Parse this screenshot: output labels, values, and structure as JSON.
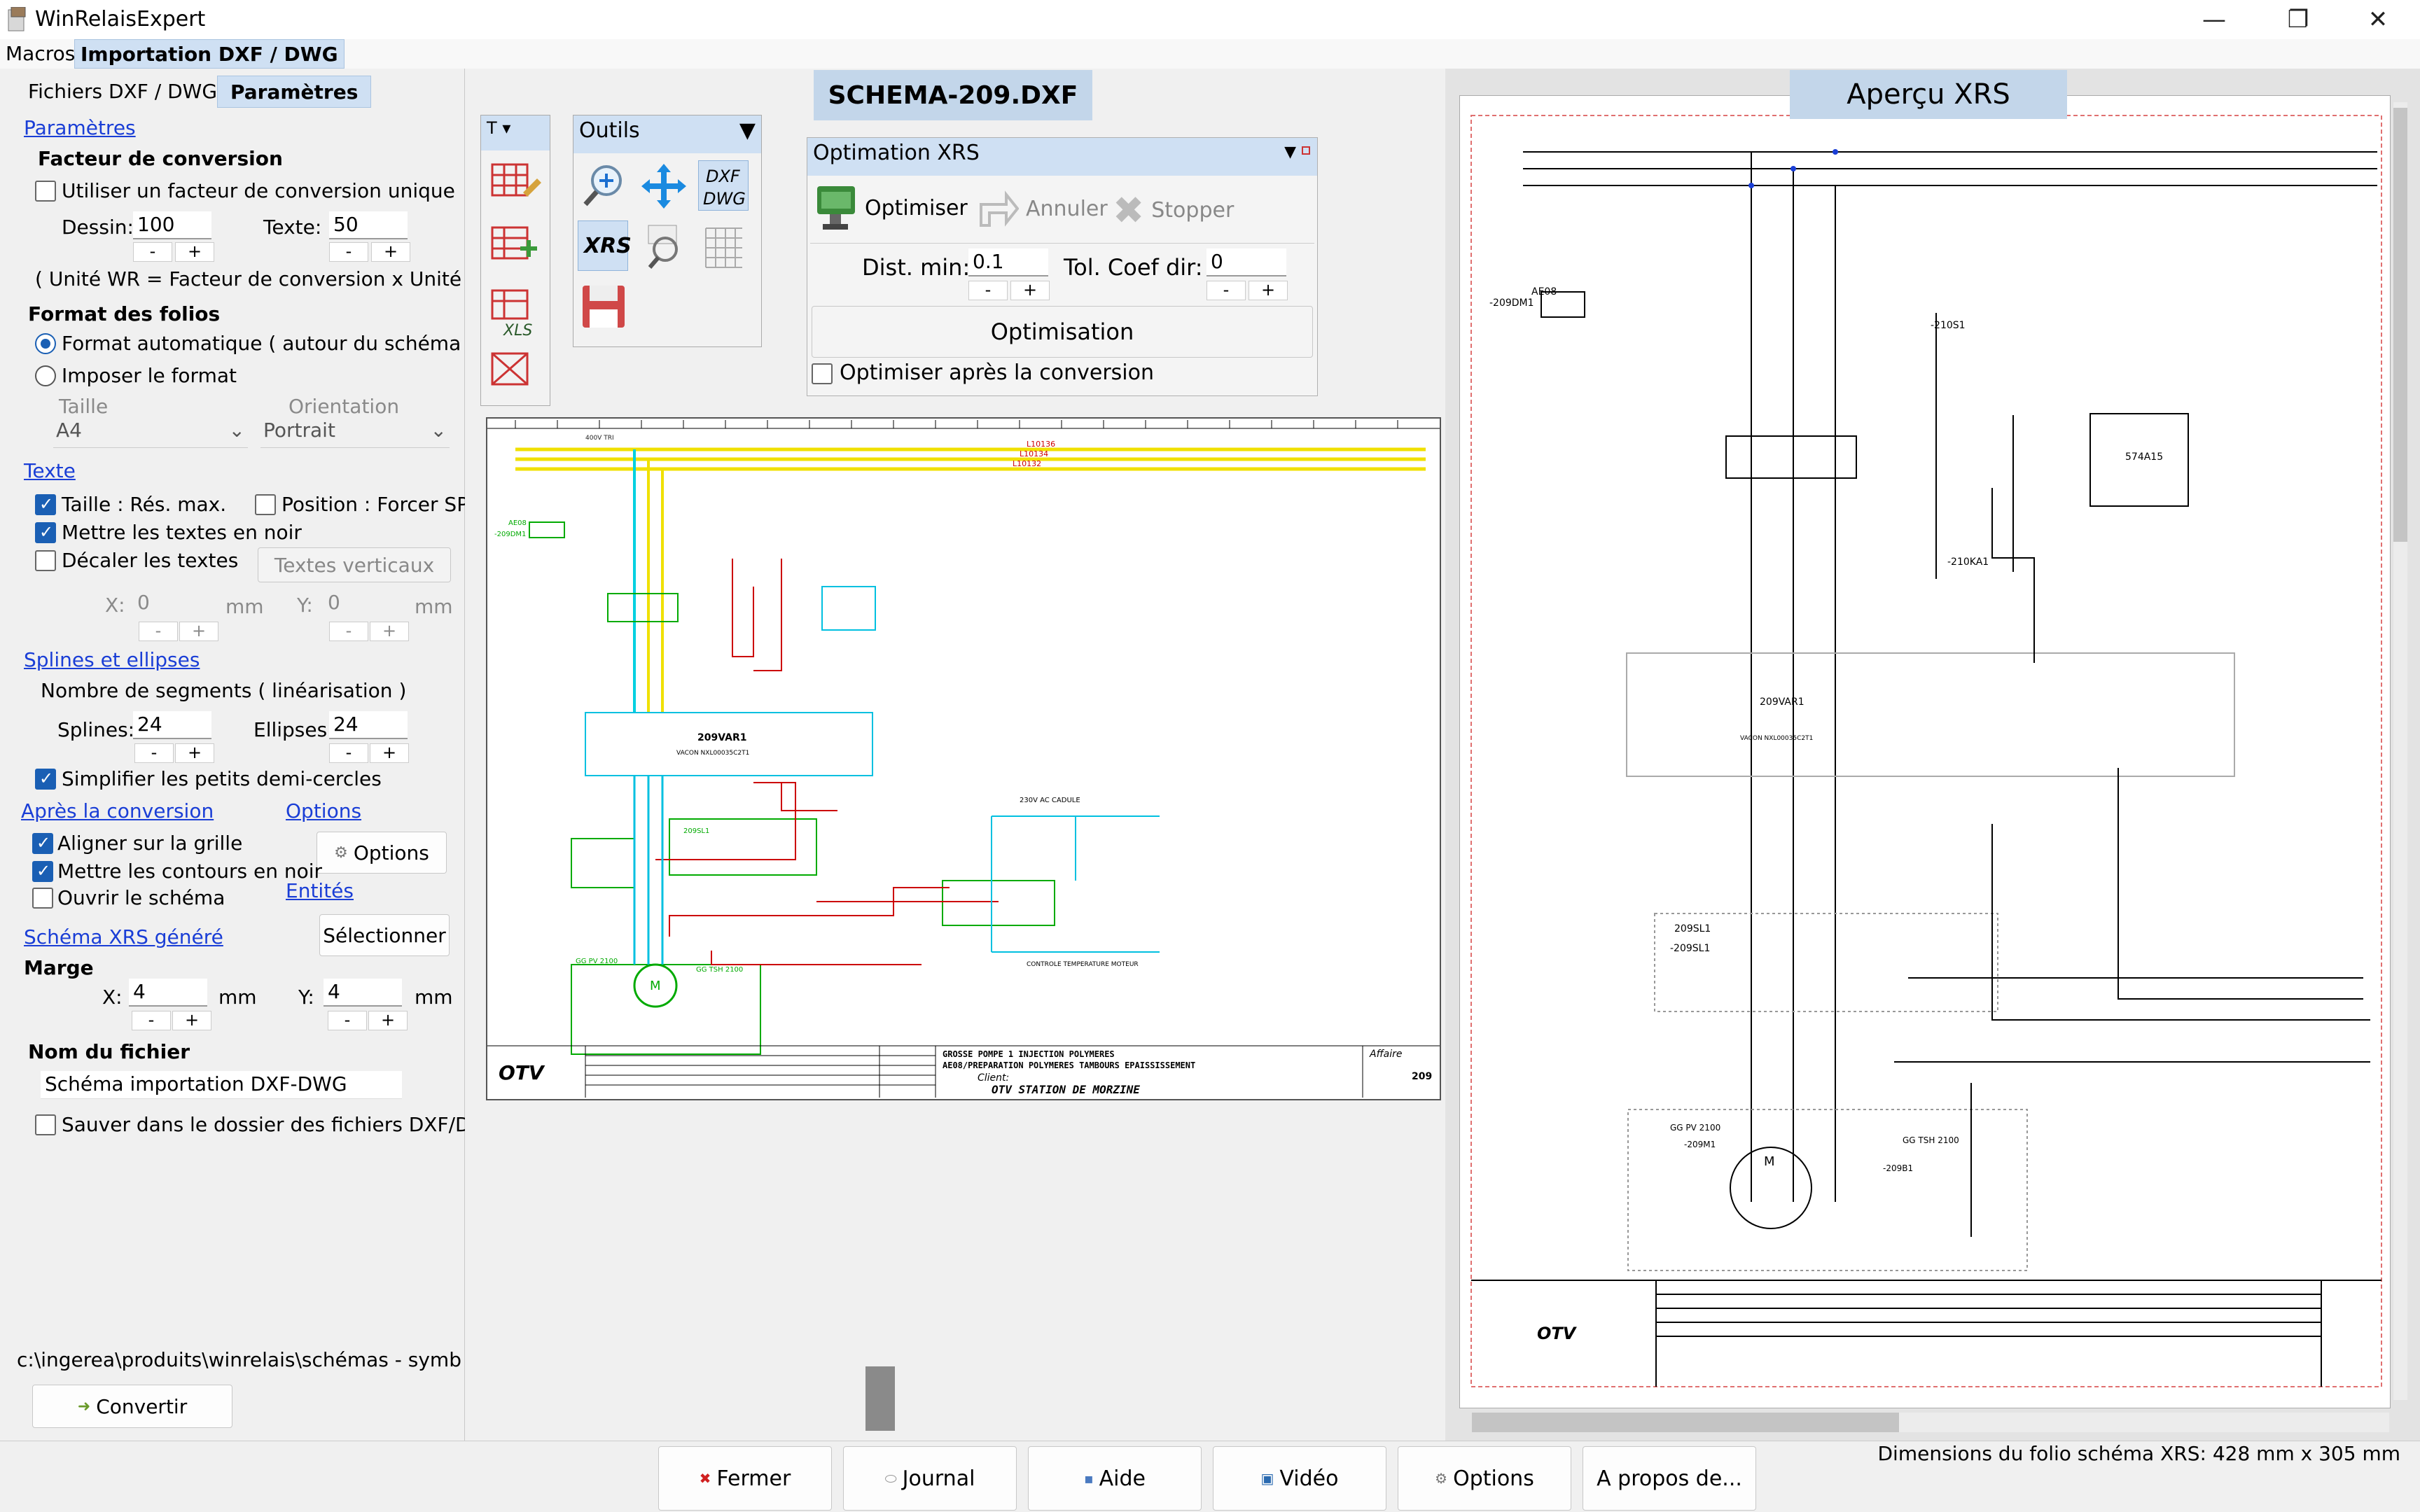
{
  "window": {
    "title": "WinRelaisExpert",
    "minimize": "—",
    "maximize": "❐",
    "close": "✕"
  },
  "menu": {
    "macros": "Macros",
    "import": "Importation DXF / DWG"
  },
  "left": {
    "tabs": {
      "files": "Fichiers DXF / DWG",
      "params": "Paramètres"
    },
    "params_link": "Paramètres",
    "conversion_heading": "Facteur de conversion",
    "single_factor": "Utiliser un facteur de conversion unique",
    "dessin_label": "Dessin:",
    "dessin_value": "100",
    "texte_label": "Texte:",
    "texte_value": "50",
    "unit_note": "( Unité WR = Facteur de conversion x Unité DXF",
    "format_heading": "Format des folios",
    "format_auto": "Format automatique ( autour du schéma )",
    "format_impose": "Imposer le format",
    "taille_label": "Taille",
    "taille_value": "A4",
    "orientation_label": "Orientation",
    "orientation_value": "Portrait",
    "texte_link": "Texte",
    "taille_res": "Taille : Rés. max.",
    "position_sp": "Position : Forcer SP",
    "texts_black": "Mettre les textes en noir",
    "shift_texts": "Décaler les textes",
    "vertical_texts": "Textes verticaux",
    "x_label": "X:",
    "x_value": "0",
    "y_label": "Y:",
    "y_value": "0",
    "mm": "mm",
    "splines_link": "Splines et ellipses",
    "segments_label": "Nombre de segments ( linéarisation )",
    "splines_label": "Splines:",
    "splines_value": "24",
    "ellipses_label": "Ellipses:",
    "ellipses_value": "24",
    "simplify": "Simplifier les petits demi-cercles",
    "after_link": "Après la conversion",
    "options_link": "Options",
    "align_grid": "Aligner sur la grille",
    "contours_black": "Mettre les contours en noir",
    "open_schema": "Ouvrir le schéma",
    "entities_link": "Entités",
    "options_btn": "Options",
    "xrs_link": "Schéma XRS généré",
    "select_btn": "Sélectionner",
    "marge_heading": "Marge",
    "marge_x_label": "X:",
    "marge_x_value": "4",
    "marge_y_label": "Y:",
    "marge_y_value": "4",
    "filename_heading": "Nom du fichier",
    "filename_value": "Schéma importation DXF-DWG",
    "save_dxf_folder": "Sauver dans le dossier des fichiers DXF/DWG",
    "path": "c:\\ingerea\\produits\\winrelais\\schémas - symb",
    "convert_btn": "Convertir",
    "minus": "-",
    "plus": "+"
  },
  "center": {
    "schema_title": "SCHEMA-209.DXF",
    "outils": "Outils",
    "tool_dxf": "DXF DWG",
    "tool_xrs": "XRS",
    "tool_xls": "XLS",
    "optim_title": "Optimation XRS",
    "optimiser": "Optimiser",
    "annuler": "Annuler",
    "stopper": "Stopper",
    "dist_label": "Dist. min:",
    "dist_value": "0.1",
    "tol_label": "Tol. Coef dir:",
    "tol_value": "0",
    "optimisation_btn": "Optimisation",
    "optimiser_after": "Optimiser après la conversion",
    "drawing": {
      "volt": "400V TRI",
      "bus1": "L10136",
      "bus2": "L10134",
      "bus3": "L10132",
      "ae08": "AE08",
      "m209dm1": "-209DM1",
      "var": "209VAR1",
      "vacon": "VACON NXL00035C2T1",
      "sl1": "209SL1",
      "motor": "M",
      "gg": "GG PV 2100",
      "tsh": "GG TSH 2100",
      "ac": "230V AC CADULE",
      "ctrl": "CONTROLE TEMPERATURE MOTEUR",
      "otv": "OTV",
      "tb1": "GROSSE POMPE 1 INJECTION POLYMERES",
      "tb2": "AE08/PREPARATION POLYMERES TAMBOURS EPAISSISSEMENT",
      "tb3": "OTV STATION DE MORZINE",
      "affaire": "Affaire",
      "client": "Client:",
      "num": "209"
    }
  },
  "preview": {
    "title": "Aperçu XRS",
    "otv": "OTV",
    "var": "209VAR1",
    "vacon": "VACON NXL00035C2T1",
    "m": "M",
    "gg": "GG PV 2100",
    "m209": "-209M1",
    "tsh": "GG TSH 2100",
    "b1": "-209B1",
    "sl1a": "209SL1",
    "sl1b": "-209SL1",
    "ka1": "-210KA1",
    "s1": "-210S1",
    "ae08": "AE08",
    "dm1": "-209DM1",
    "num": "574A15"
  },
  "bottom": {
    "fermer": "Fermer",
    "journal": "Journal",
    "aide": "Aide",
    "video": "Vidéo",
    "options": "Options",
    "apropos": "A propos de...",
    "status": "Dimensions du folio schéma XRS: 428 mm x 305 mm"
  }
}
